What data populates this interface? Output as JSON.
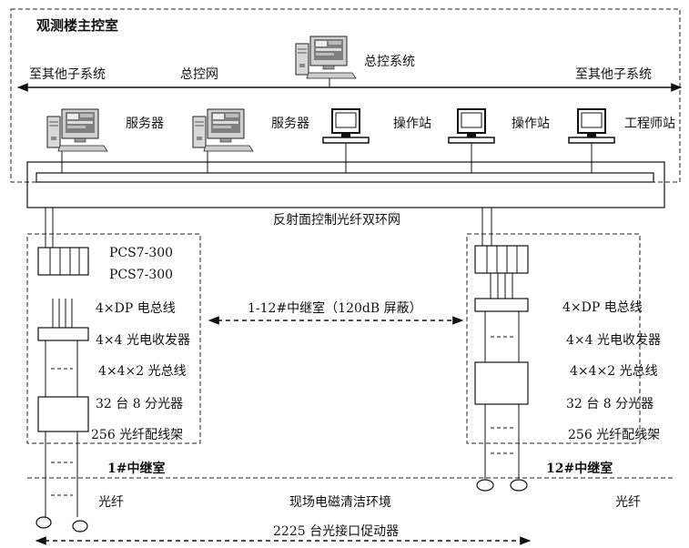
{
  "room_title": "观测楼主控室",
  "top_left_arrow": "至其他子系统",
  "top_center_net": "总控网",
  "top_right_arrow": "至其他子系统",
  "master_control": "总控系统",
  "stations": [
    "服务器",
    "服务器",
    "操作站",
    "操作站",
    "工程师站"
  ],
  "ring_network": "反射面控制光纤双环网",
  "left_stack": {
    "plc_1": "PCS7-300",
    "plc_2": "PCS7-300",
    "dp_bus": "4×DP 电总线",
    "transceiver": "4×4 光电收发器",
    "optical_bus": "4×4×2  光总线",
    "splitter": "32 台 8 分光器",
    "frame": "256 光纤配线架",
    "relay_name": "1#中继室",
    "fiber": "光纤"
  },
  "right_stack": {
    "dp_bus": "4×DP 电总线",
    "transceiver": "4×4 光电收发器",
    "optical_bus": "4×4×2  光总线",
    "splitter": "32 台 8 分光器",
    "frame": "256 光纤配线架",
    "relay_name": "12#中继室",
    "fiber": "光纤"
  },
  "relay_span": "1-12#中继室（120dB 屏蔽）",
  "field_env": "现场电磁清洁环境",
  "actuators": "2225 台光接口促动器"
}
